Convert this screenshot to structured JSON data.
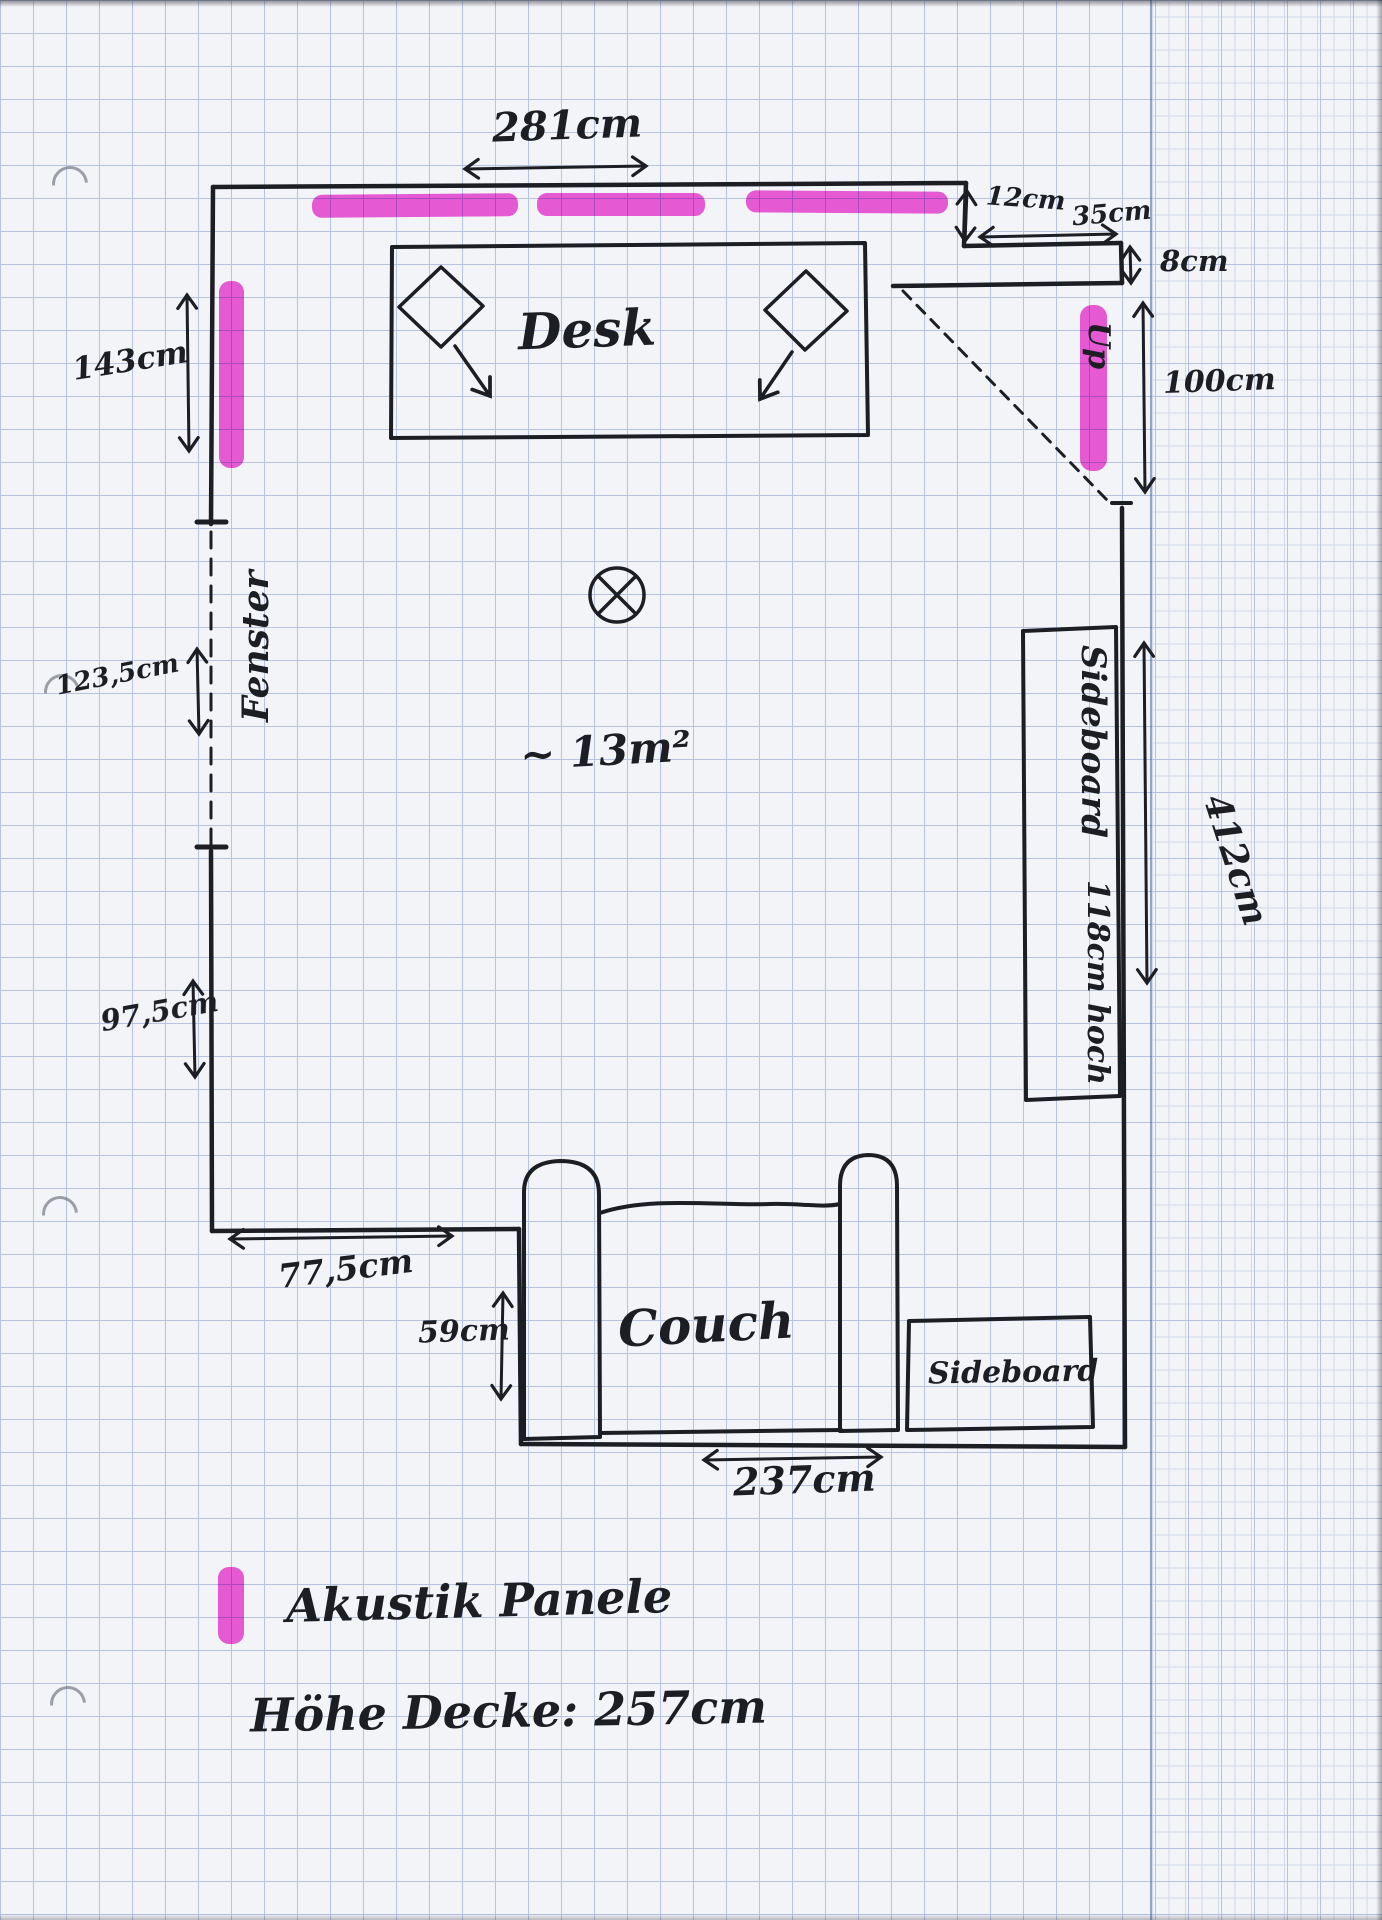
{
  "room": {
    "desk_label": "Desk",
    "couch_label": "Couch",
    "area_label": "~ 13m²",
    "window_label": "Fenster",
    "door_label": "Up",
    "sideboard_right_label": "Sideboard",
    "sideboard_right_height": "118cm hoch",
    "sideboard_bottom_label": "Sideboard"
  },
  "dimensions": {
    "top_wall": "281cm",
    "step_depth": "12cm",
    "step_width": "35cm",
    "door_offset": "8cm",
    "door_width": "100cm",
    "left_wall_upper": "143cm",
    "window_segment": "123,5cm",
    "left_wall_lower": "97,5cm",
    "bottom_left_wall": "77,5cm",
    "couch_depth": "59cm",
    "couch_width": "237cm",
    "right_wall": "412cm"
  },
  "legend": {
    "acoustic_panels": "Akustik Panele",
    "ceiling_height": "Höhe Decke: 257cm"
  },
  "colors": {
    "ink": "#1d1d24",
    "highlighter": "#ec1cc9",
    "grid_line": "#b6c4e0",
    "paper": "#f3f4f8"
  }
}
